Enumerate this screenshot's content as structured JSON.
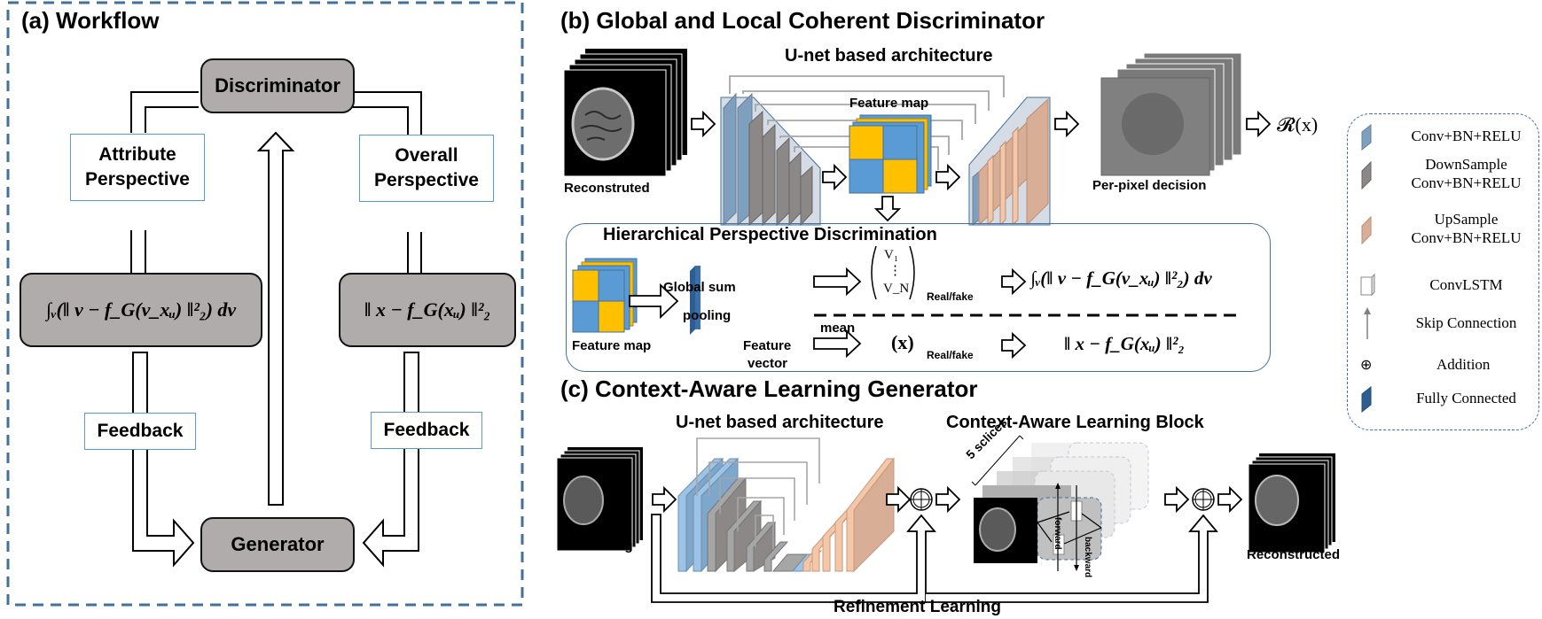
{
  "panel_a": {
    "title": "(a) Workflow",
    "discriminator": "Discriminator",
    "generator": "Generator",
    "attribute_perspective": "Attribute Perspective",
    "overall_perspective": "Overall Perspective",
    "attribute_loss": "∫ᵥ(‖ v − f_G(v_xᵤ) ‖²₂) dv",
    "overall_loss": "‖ x − f_G(xᵤ) ‖²₂",
    "feedback_left": "Feedback",
    "feedback_right": "Feedback"
  },
  "panel_b": {
    "title": "(b) Global and Local Coherent Discriminator",
    "unet_label": "U-net based architecture",
    "input_label": "Reconstruted",
    "feature_map_label": "Feature map",
    "output_label": "Per-pixel decision",
    "output_symbol": "𝓡(x)",
    "hpd": {
      "title": "Hierarchical Perspective Discrimination",
      "feature_map_label": "Feature map",
      "pooling_line1": "Global sum",
      "pooling_line2": "pooling",
      "feature_vector_line1": "Feature",
      "feature_vector_line2": "vector",
      "mean_label": "mean",
      "vector_top": "V₁",
      "vector_dots": "⋮",
      "vector_bottom": "V_N",
      "real_fake_top": "Real/fake",
      "real_fake_bottom": "Real/fake",
      "x_vector": "(x)",
      "loss_top": "∫ᵥ(‖ v − f_G(v_xᵤ) ‖²₂) dv",
      "loss_bottom": "‖ x − f_G(xᵤ) ‖²₂"
    }
  },
  "panel_c": {
    "title": "(c) Context-Aware Learning Generator",
    "unet_label": "U-net based architecture",
    "calb_label": "Context-Aware Learning Block",
    "slices_label": "5 sclices",
    "forward_label": "forward",
    "backward_label": "backward",
    "input_label": "Zero-Filling",
    "output_label": "Reconstructed",
    "refinement_label": "Refinement Learning"
  },
  "legend": {
    "items": [
      {
        "label": "Conv+BN+RELU",
        "icon": "conv-block-icon",
        "color": "#7f9fbf"
      },
      {
        "label": "DownSample Conv+BN+RELU",
        "icon": "downsample-block-icon",
        "color": "#8c8887"
      },
      {
        "label": "UpSample Conv+BN+RELU",
        "icon": "upsample-block-icon",
        "color": "#d8ae96"
      },
      {
        "label": "ConvLSTM",
        "icon": "convlstm-cube-icon",
        "color": "#ffffff"
      },
      {
        "label": "Skip Connection",
        "icon": "skip-arrow-icon",
        "color": "#808080"
      },
      {
        "label": "Addition",
        "icon": "addition-icon",
        "color": "#000000"
      },
      {
        "label": "Fully Connected",
        "icon": "fc-block-icon",
        "color": "#2e5e91"
      }
    ]
  },
  "colors": {
    "frame_dash": "#41719c",
    "node_fill": "#afacab",
    "tag_border": "#5b9bd5",
    "fm_yellow": "#ffc000",
    "fm_blue": "#5b9bd5",
    "conv_blue": "#9dc3e6",
    "down_gray": "#a6a6a6",
    "up_peach": "#f4c7a8"
  }
}
